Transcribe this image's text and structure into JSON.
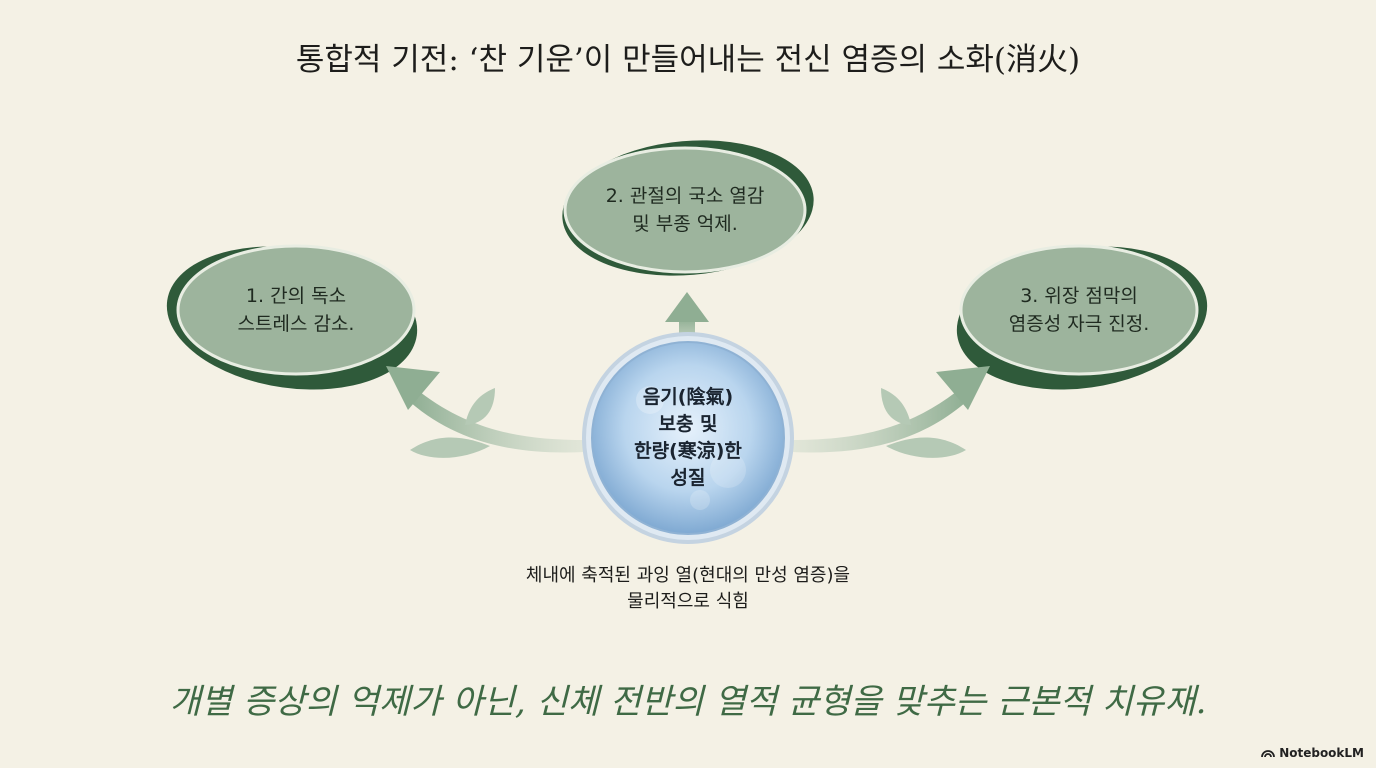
{
  "title": "통합적 기전: ‘찬 기운’이 만들어내는 전신 염증의 소화(消火)",
  "nodes": [
    {
      "line1": "1. 간의 독소",
      "line2": "스트레스 감소."
    },
    {
      "line1": "2. 관절의 국소 열감",
      "line2": "및 부종 억제."
    },
    {
      "line1": "3. 위장 점막의",
      "line2": "염증성 자극 진정."
    }
  ],
  "center": {
    "line1": "음기(陰氣)",
    "line2": "보충 및",
    "line3": "한량(寒涼)한",
    "line4": "성질"
  },
  "caption": {
    "line1": "체내에 축적된 과잉 열(현대의 만성 염증)을",
    "line2": "물리적으로 식힘"
  },
  "tagline": "개별 증상의 억제가 아닌, 신체 전반의 열적 균형을 맞추는 근본적 치유재.",
  "brand": "NotebookLM",
  "colors": {
    "node_fill": "#9db49d",
    "node_dark": "#2f5a3a",
    "arrow": "#9fb7a2",
    "center_blue": "#a9c9e6",
    "tagline": "#3f6a45"
  }
}
